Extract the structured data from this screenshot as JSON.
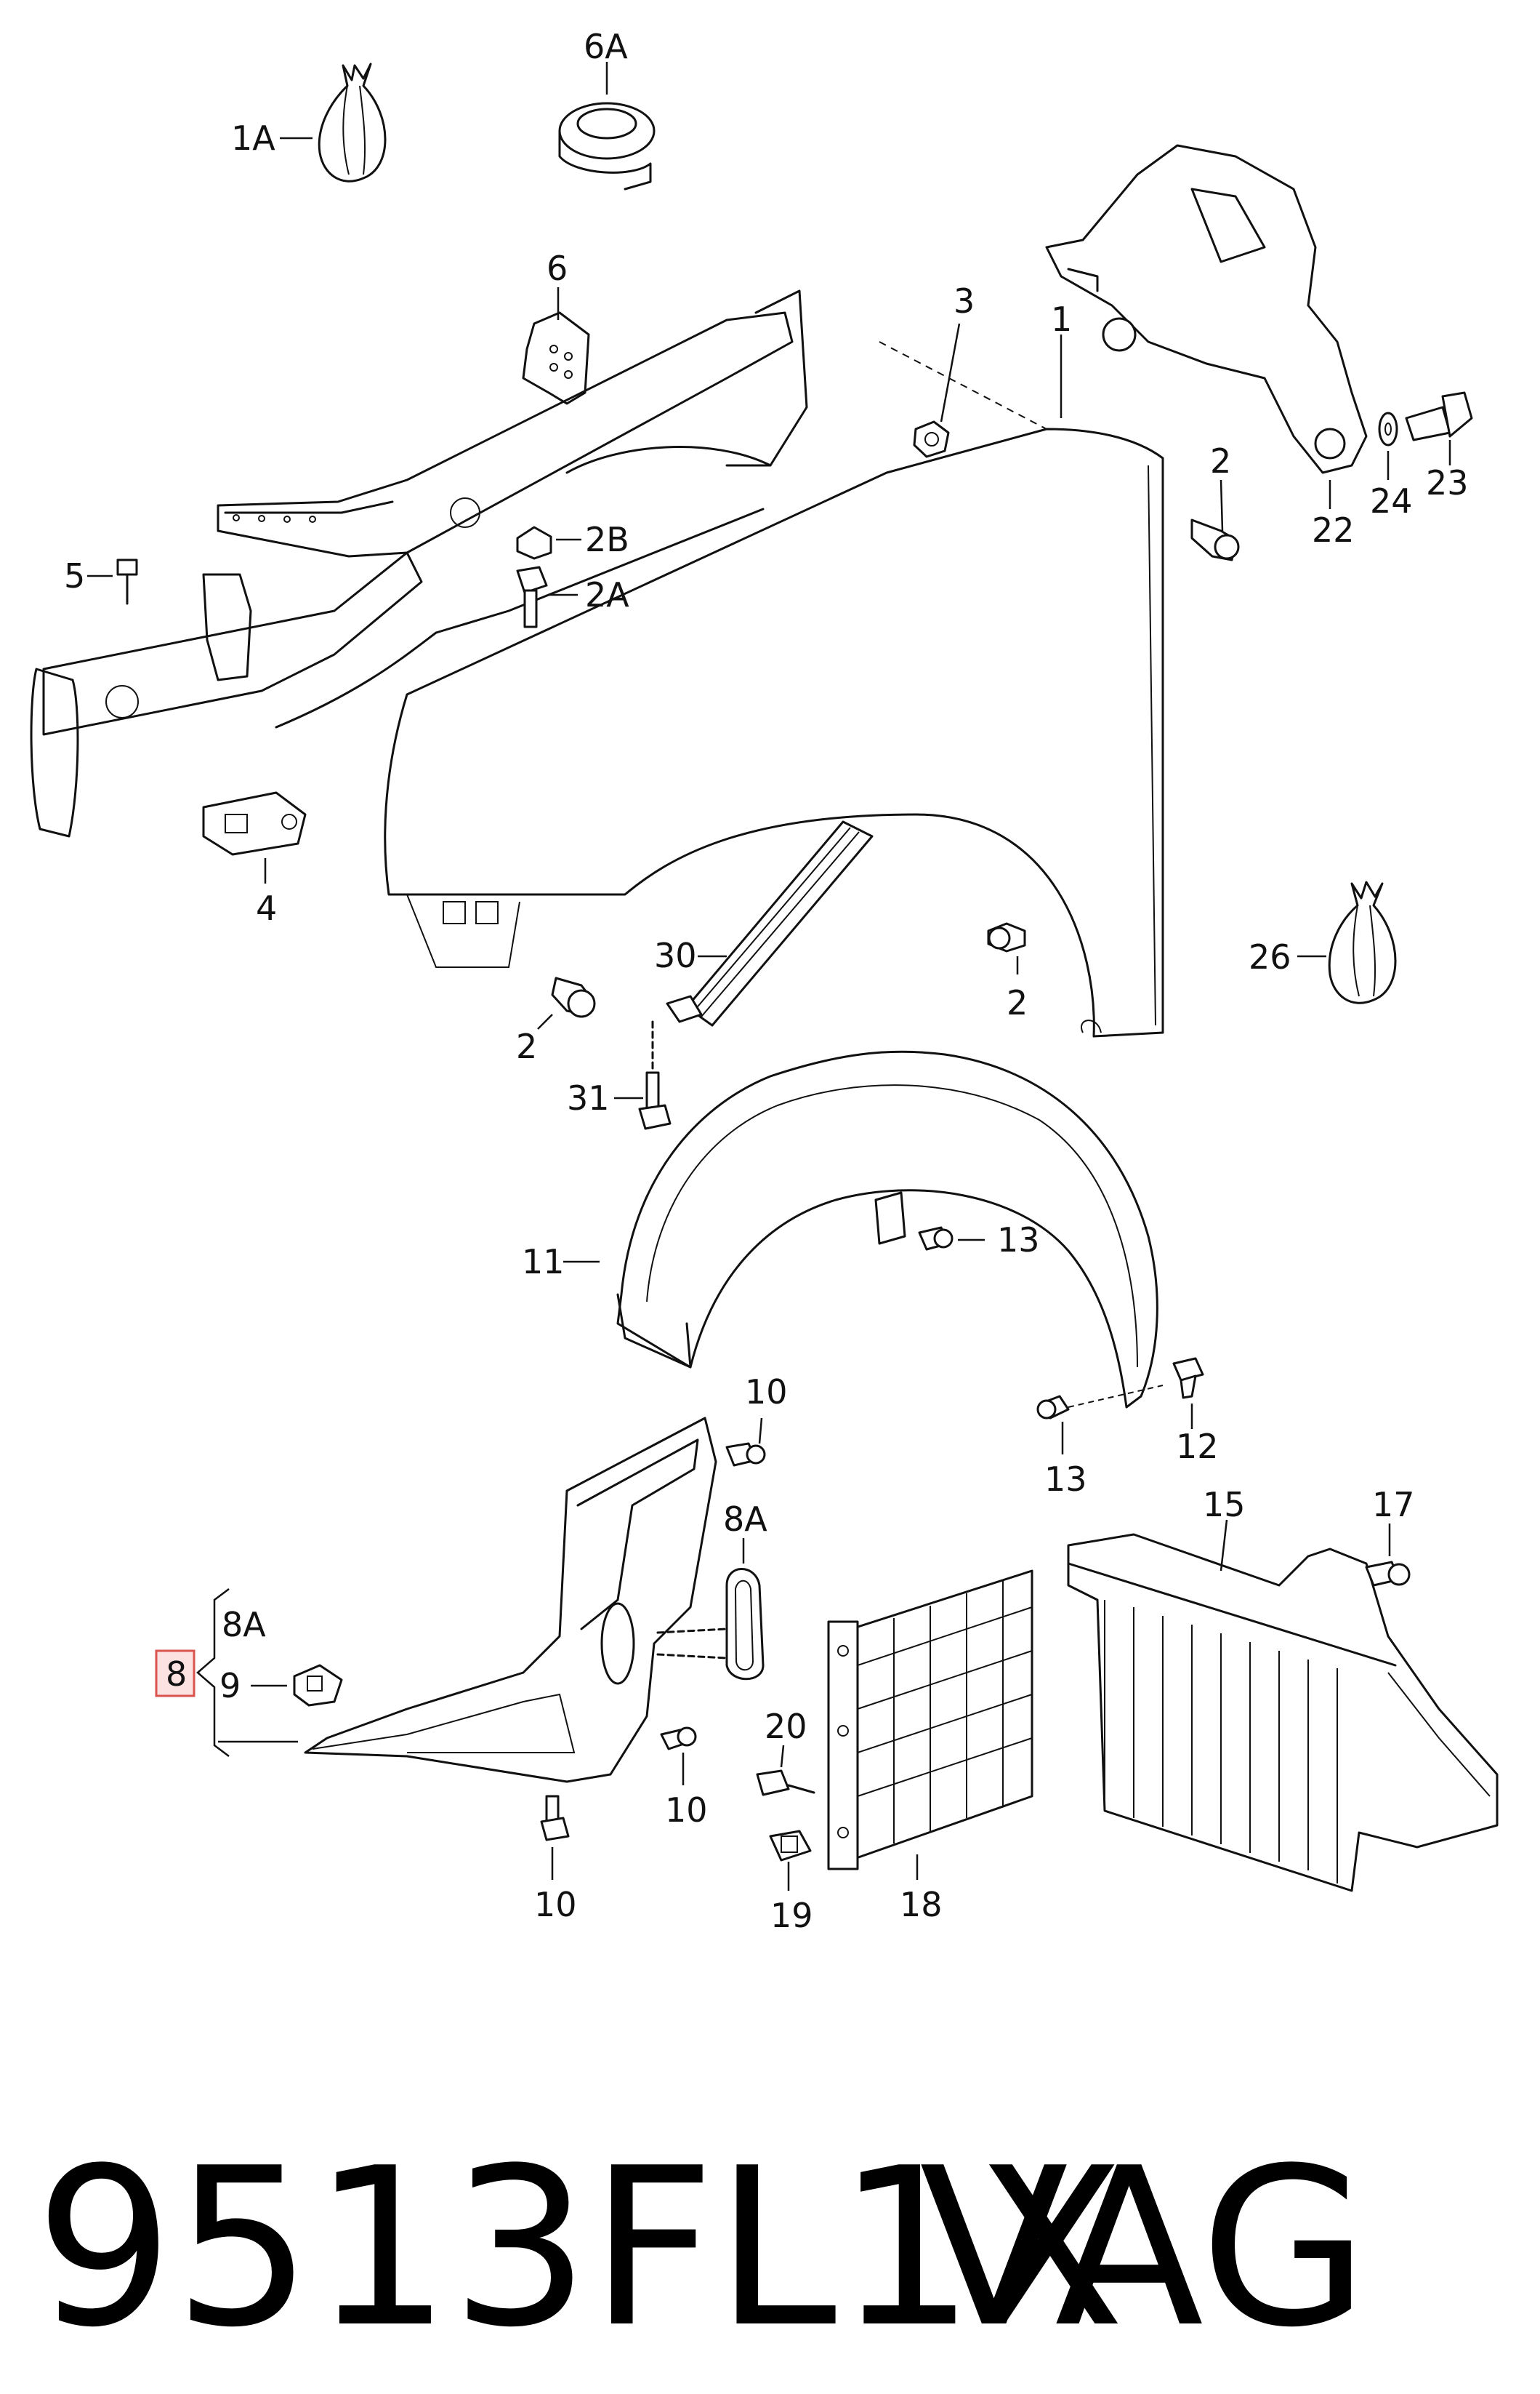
{
  "labels": {
    "1A": "1A",
    "6A": "6A",
    "6": "6",
    "3": "3",
    "1": "1",
    "2_upper": "2",
    "22": "22",
    "24": "24",
    "23": "23",
    "5": "5",
    "2B": "2B",
    "2A": "2A",
    "4": "4",
    "30": "30",
    "2_left": "2",
    "2_right": "2",
    "26": "26",
    "31": "31",
    "11": "11",
    "13_a": "13",
    "13_b": "13",
    "12": "12",
    "10_a": "10",
    "8A_top": "8A",
    "8A_bracket": "8A",
    "8": "8",
    "9": "9",
    "10_b": "10",
    "10_c": "10",
    "20": "20",
    "19": "19",
    "18": "18",
    "15": "15",
    "17": "17"
  },
  "highlighted_callout": "8",
  "footer": {
    "part_number": "9513FL1X",
    "brand": "VAG"
  },
  "colors": {
    "line": "#111111",
    "highlight_fill": "#fde2e2",
    "highlight_stroke": "#d9534f"
  }
}
